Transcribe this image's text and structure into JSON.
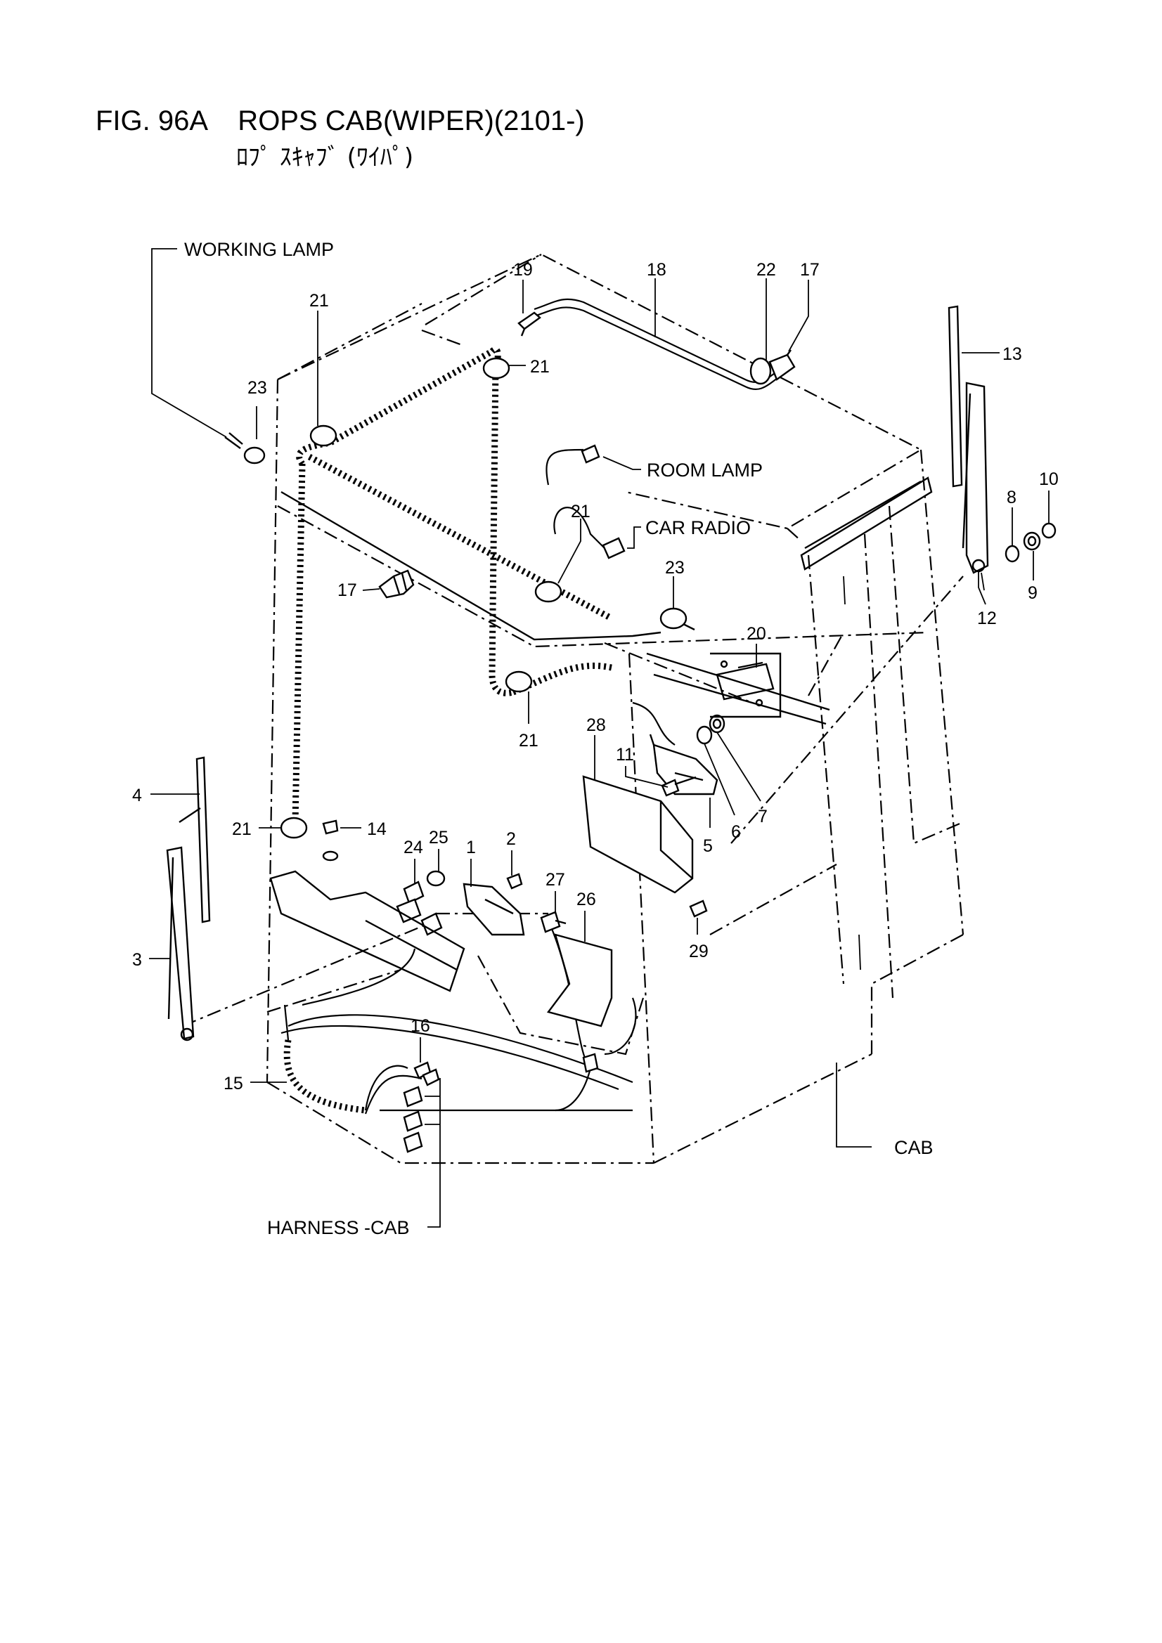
{
  "figure": {
    "title": "FIG. 96A    ROPS CAB(WIPER)(2101-)",
    "subtitle": "ﾛﾌﾟ ｽｷｬﾌﾞ (ﾜｲﾊﾟ)"
  },
  "callouts": {
    "working_lamp": "WORKING  LAMP",
    "room_lamp": "ROOM LAMP",
    "car_radio": "CAR RADIO",
    "cab": "CAB",
    "harness_cab": "HARNESS  -CAB"
  },
  "part_numbers": {
    "p1": "1",
    "p2": "2",
    "p3": "3",
    "p4": "4",
    "p5": "5",
    "p6": "6",
    "p7": "7",
    "p8": "8",
    "p9": "9",
    "p10": "10",
    "p11": "11",
    "p12": "12",
    "p13": "13",
    "p14": "14",
    "p15": "15",
    "p16": "16",
    "p17a": "17",
    "p17b": "17",
    "p18": "18",
    "p19": "19",
    "p20": "20",
    "p21a": "21",
    "p21b": "21",
    "p21c": "21",
    "p21d": "21",
    "p21e": "21",
    "p22": "22",
    "p23a": "23",
    "p23b": "23",
    "p24": "24",
    "p25": "25",
    "p26": "26",
    "p27": "27",
    "p28": "28",
    "p29": "29"
  }
}
